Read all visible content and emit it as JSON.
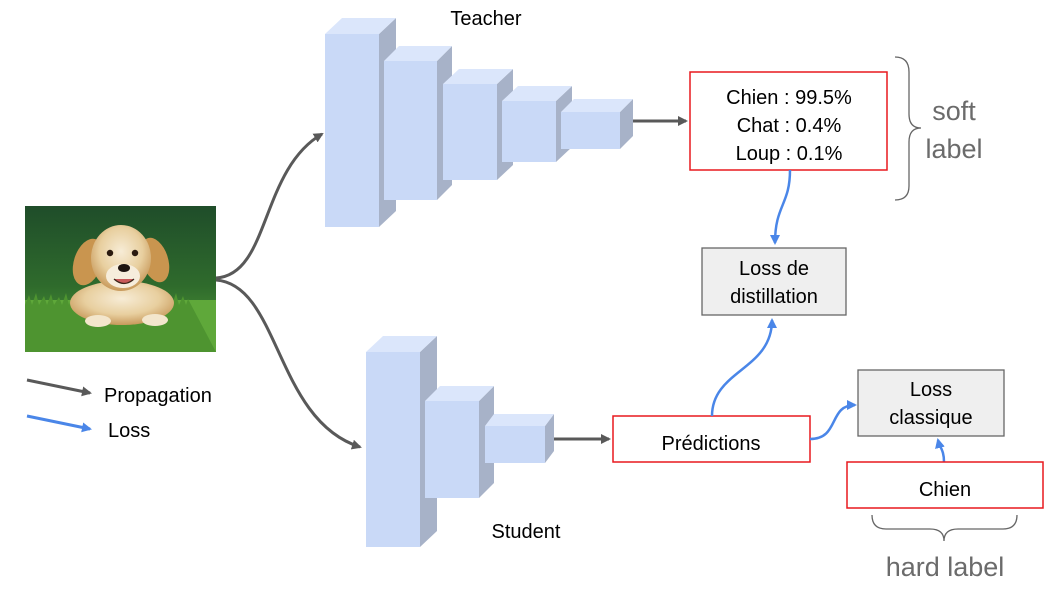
{
  "teacher": {
    "label": "Teacher"
  },
  "student": {
    "label": "Student"
  },
  "soft_output": {
    "lines": [
      "Chien : 99.5%",
      "Chat : 0.4%",
      "Loup : 0.1%"
    ]
  },
  "soft_label": {
    "line1": "soft",
    "line2": "label"
  },
  "loss_distillation": {
    "line1": "Loss de",
    "line2": "distillation"
  },
  "predictions": {
    "label": "Prédictions"
  },
  "loss_classique": {
    "line1": "Loss",
    "line2": "classique"
  },
  "hard_target": {
    "label": "Chien"
  },
  "hard_label": {
    "label": "hard label"
  },
  "legend": {
    "propagation": "Propagation",
    "loss": "Loss"
  },
  "colors": {
    "layer_front": "#c9d9f7",
    "layer_side": "#a7b2c8",
    "layer_top": "#dbe6fb",
    "propagation_arrow": "#595959",
    "loss_arrow": "#4a86e8",
    "box_red": "#e8191e",
    "gray_fill": "#efefef",
    "brace": "#666666"
  }
}
